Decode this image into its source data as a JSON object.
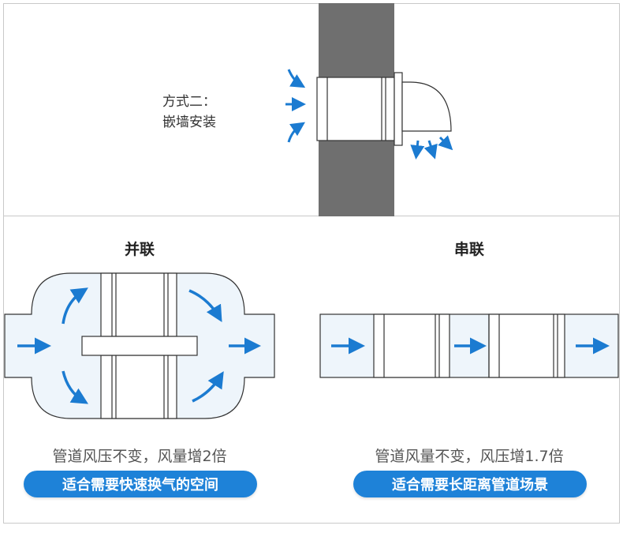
{
  "colors": {
    "arrow": "#1b7bd1",
    "wall": "#6f6f6f",
    "duct_fill": "#eef5fb",
    "pill_bg": "#1e82d8",
    "border": "#c9c9c9"
  },
  "method_two": {
    "title": "方式二：",
    "subtitle": "嵌墙安装"
  },
  "parallel": {
    "title": "并联",
    "caption": "管道风压不变，风量增2倍",
    "pill": "适合需要快速换气的空间"
  },
  "series": {
    "title": "串联",
    "caption": "管道风量不变，风压增1.7倍",
    "pill": "适合需要长距离管道场景"
  },
  "icons": [
    "arrow-icon"
  ]
}
